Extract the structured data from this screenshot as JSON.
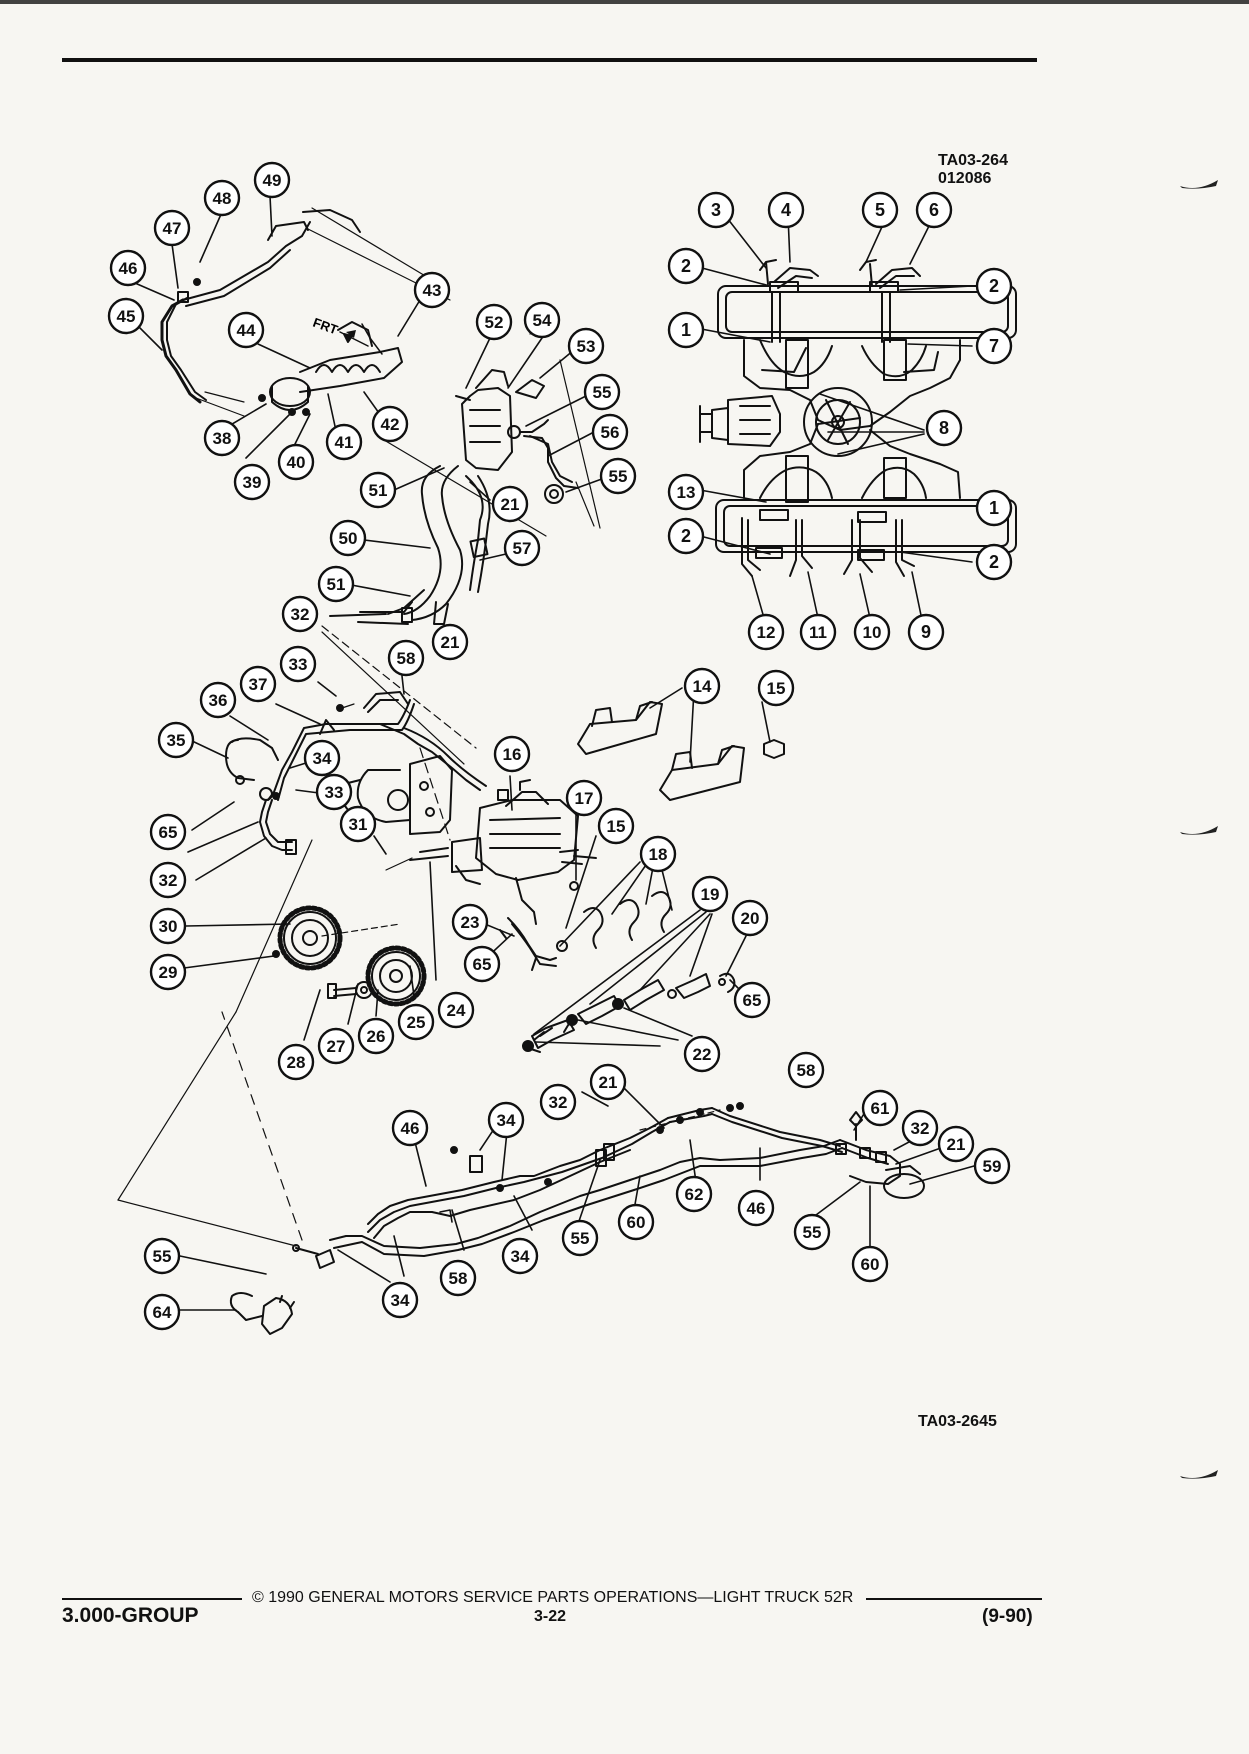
{
  "figure": {
    "top_reference": [
      "TA03-264",
      "012086"
    ],
    "bottom_reference": "TA03-2645",
    "annotation_frt": "FRT"
  },
  "callouts": [
    {
      "id": "c49",
      "label": "49"
    },
    {
      "id": "c48",
      "label": "48"
    },
    {
      "id": "c47",
      "label": "47"
    },
    {
      "id": "c46a",
      "label": "46"
    },
    {
      "id": "c45",
      "label": "45"
    },
    {
      "id": "c43",
      "label": "43"
    },
    {
      "id": "c44",
      "label": "44"
    },
    {
      "id": "c52",
      "label": "52"
    },
    {
      "id": "c54",
      "label": "54"
    },
    {
      "id": "c53",
      "label": "53"
    },
    {
      "id": "c55a",
      "label": "55"
    },
    {
      "id": "c56",
      "label": "56"
    },
    {
      "id": "c55b",
      "label": "55"
    },
    {
      "id": "c38",
      "label": "38"
    },
    {
      "id": "c39",
      "label": "39"
    },
    {
      "id": "c40",
      "label": "40"
    },
    {
      "id": "c41",
      "label": "41"
    },
    {
      "id": "c42",
      "label": "42"
    },
    {
      "id": "c51a",
      "label": "51"
    },
    {
      "id": "c21a",
      "label": "21"
    },
    {
      "id": "c50",
      "label": "50"
    },
    {
      "id": "c57",
      "label": "57"
    },
    {
      "id": "c51b",
      "label": "51"
    },
    {
      "id": "c32a",
      "label": "32"
    },
    {
      "id": "c58a",
      "label": "58"
    },
    {
      "id": "c21b",
      "label": "21"
    },
    {
      "id": "c33a",
      "label": "33"
    },
    {
      "id": "c37",
      "label": "37"
    },
    {
      "id": "c36",
      "label": "36"
    },
    {
      "id": "c35",
      "label": "35"
    },
    {
      "id": "c34a",
      "label": "34"
    },
    {
      "id": "c33b",
      "label": "33"
    },
    {
      "id": "c65a",
      "label": "65"
    },
    {
      "id": "c32b",
      "label": "32"
    },
    {
      "id": "c31",
      "label": "31"
    },
    {
      "id": "c30",
      "label": "30"
    },
    {
      "id": "c29",
      "label": "29"
    },
    {
      "id": "c28",
      "label": "28"
    },
    {
      "id": "c27",
      "label": "27"
    },
    {
      "id": "c26",
      "label": "26"
    },
    {
      "id": "c25",
      "label": "25"
    },
    {
      "id": "c24",
      "label": "24"
    },
    {
      "id": "c23",
      "label": "23"
    },
    {
      "id": "c65b",
      "label": "65"
    },
    {
      "id": "c16",
      "label": "16"
    },
    {
      "id": "c17",
      "label": "17"
    },
    {
      "id": "c15a",
      "label": "15"
    },
    {
      "id": "c18",
      "label": "18"
    },
    {
      "id": "c19",
      "label": "19"
    },
    {
      "id": "c20",
      "label": "20"
    },
    {
      "id": "c65c",
      "label": "65"
    },
    {
      "id": "c22",
      "label": "22"
    },
    {
      "id": "c14",
      "label": "14"
    },
    {
      "id": "c15b",
      "label": "15"
    },
    {
      "id": "c3",
      "label": "3"
    },
    {
      "id": "c4",
      "label": "4"
    },
    {
      "id": "c5",
      "label": "5"
    },
    {
      "id": "c6",
      "label": "6"
    },
    {
      "id": "c2a",
      "label": "2"
    },
    {
      "id": "c2b",
      "label": "2"
    },
    {
      "id": "c1a",
      "label": "1"
    },
    {
      "id": "c7",
      "label": "7"
    },
    {
      "id": "c8",
      "label": "8"
    },
    {
      "id": "c13",
      "label": "13"
    },
    {
      "id": "c1b",
      "label": "1"
    },
    {
      "id": "c2c",
      "label": "2"
    },
    {
      "id": "c2d",
      "label": "2"
    },
    {
      "id": "c12",
      "label": "12"
    },
    {
      "id": "c11",
      "label": "11"
    },
    {
      "id": "c10",
      "label": "10"
    },
    {
      "id": "c9",
      "label": "9"
    },
    {
      "id": "c21c",
      "label": "21"
    },
    {
      "id": "c58b",
      "label": "58"
    },
    {
      "id": "c32c",
      "label": "32"
    },
    {
      "id": "c34b",
      "label": "34"
    },
    {
      "id": "c46b",
      "label": "46"
    },
    {
      "id": "c61",
      "label": "61"
    },
    {
      "id": "c32d",
      "label": "32"
    },
    {
      "id": "c21d",
      "label": "21"
    },
    {
      "id": "c59",
      "label": "59"
    },
    {
      "id": "c62",
      "label": "62"
    },
    {
      "id": "c46c",
      "label": "46"
    },
    {
      "id": "c60a",
      "label": "60"
    },
    {
      "id": "c55c",
      "label": "55"
    },
    {
      "id": "c55d",
      "label": "55"
    },
    {
      "id": "c60b",
      "label": "60"
    },
    {
      "id": "c34c",
      "label": "34"
    },
    {
      "id": "c58c",
      "label": "58"
    },
    {
      "id": "c55e",
      "label": "55"
    },
    {
      "id": "c64",
      "label": "64"
    },
    {
      "id": "c34d",
      "label": "34"
    }
  ],
  "footer": {
    "copyright": "© 1990 GENERAL MOTORS SERVICE PARTS OPERATIONS—LIGHT TRUCK 52R",
    "group": "3.000-GROUP",
    "page_number": "3-22",
    "revision": "(9-90)"
  },
  "colors": {
    "ink": "#111111",
    "paper": "#f7f6f2"
  }
}
